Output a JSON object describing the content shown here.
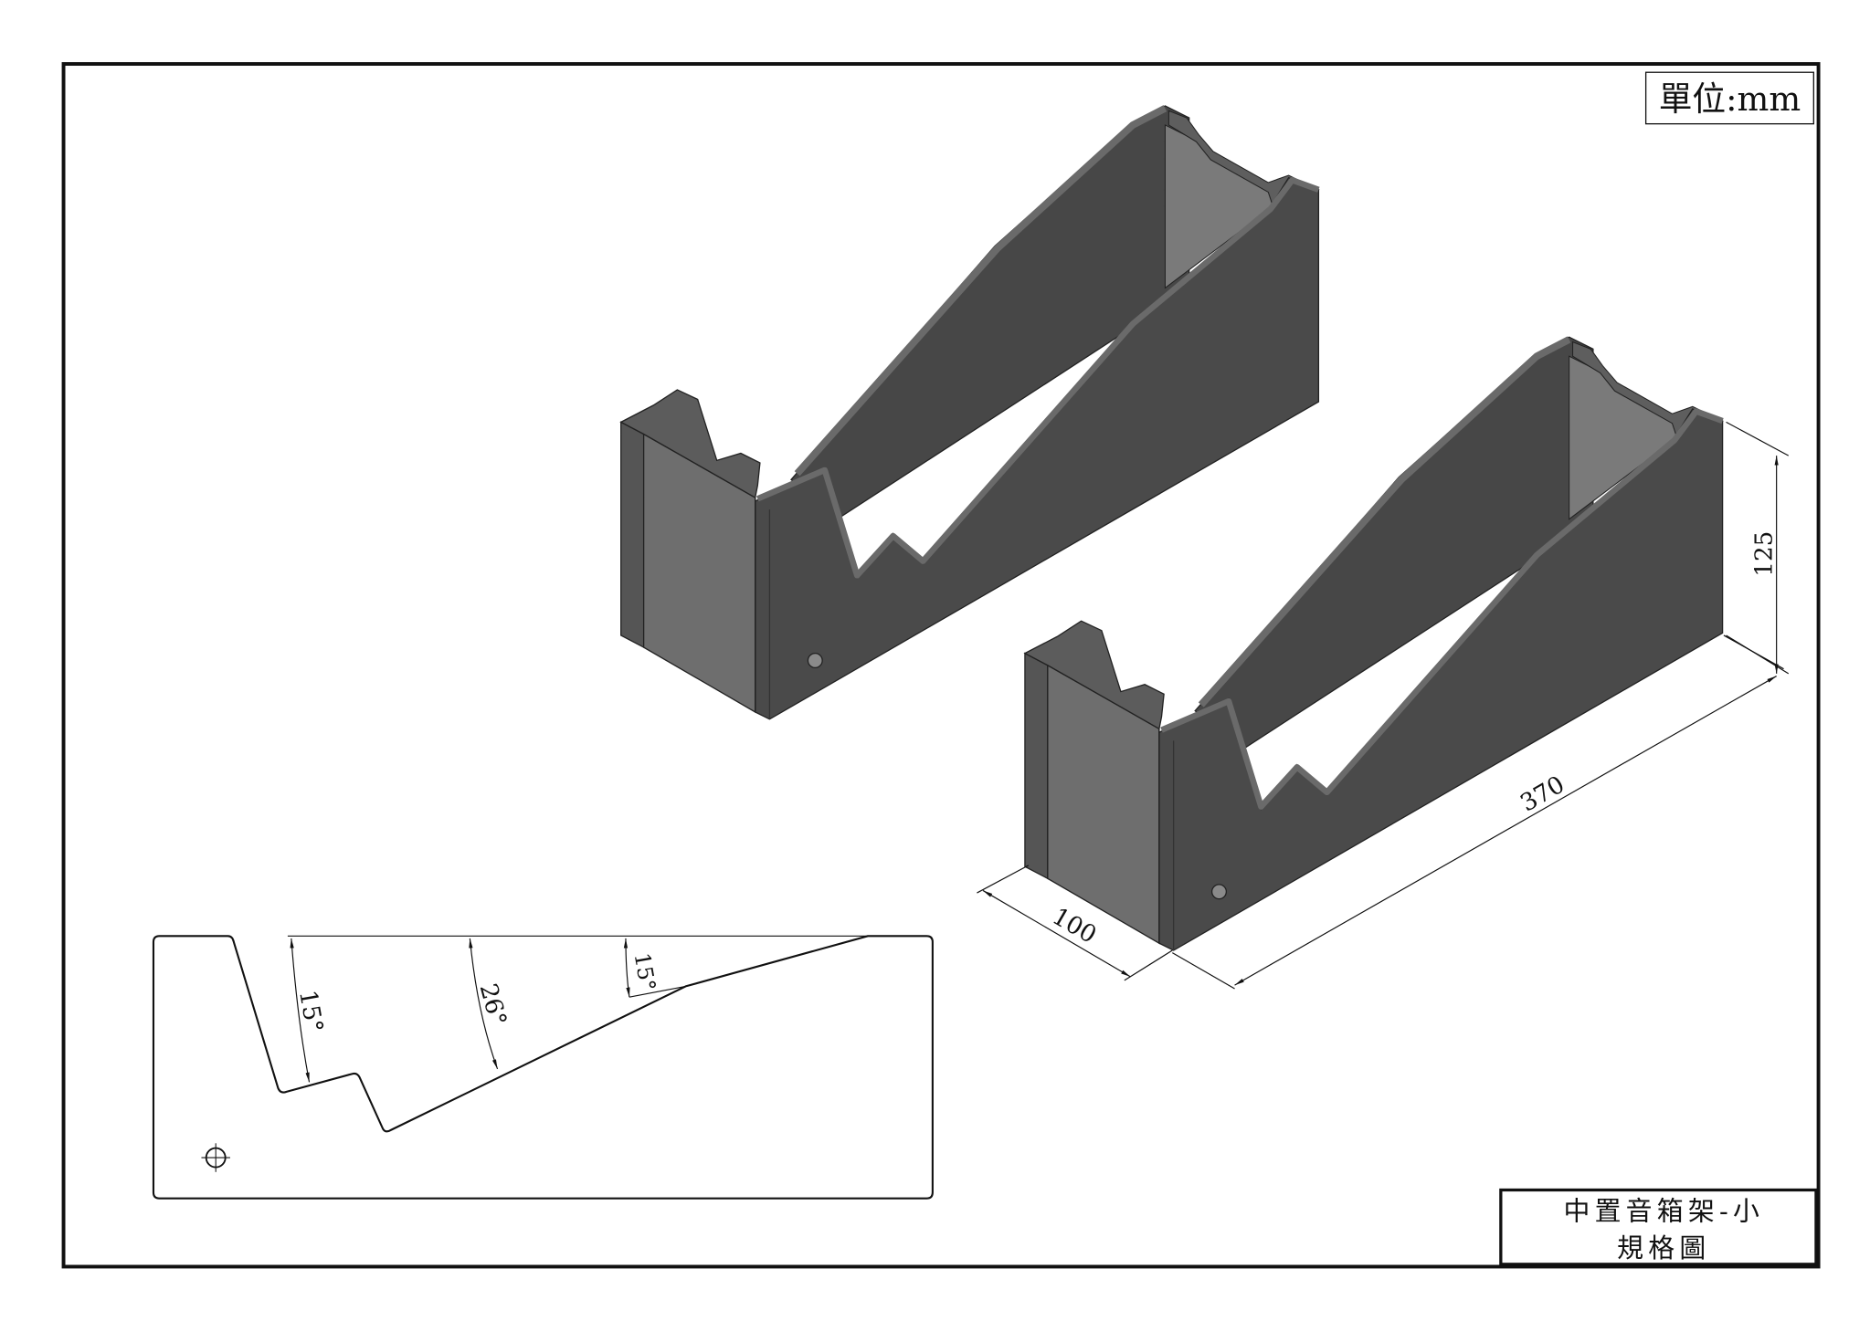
{
  "unit_label": "單位:mm",
  "title_block": {
    "line1": "中置音箱架-小",
    "line2": "規格圖"
  },
  "dimensions": {
    "height": "125",
    "length": "370",
    "width": "100"
  },
  "profile_angles": {
    "front_notch": "15°",
    "main_slope": "26°",
    "rear_slope": "15°"
  },
  "colors": {
    "panel_dark": "#4a4a4a",
    "panel_edge": "#6a6a6a",
    "end_face": "#6e6e6e",
    "inner_face": "#7a7a7a"
  }
}
